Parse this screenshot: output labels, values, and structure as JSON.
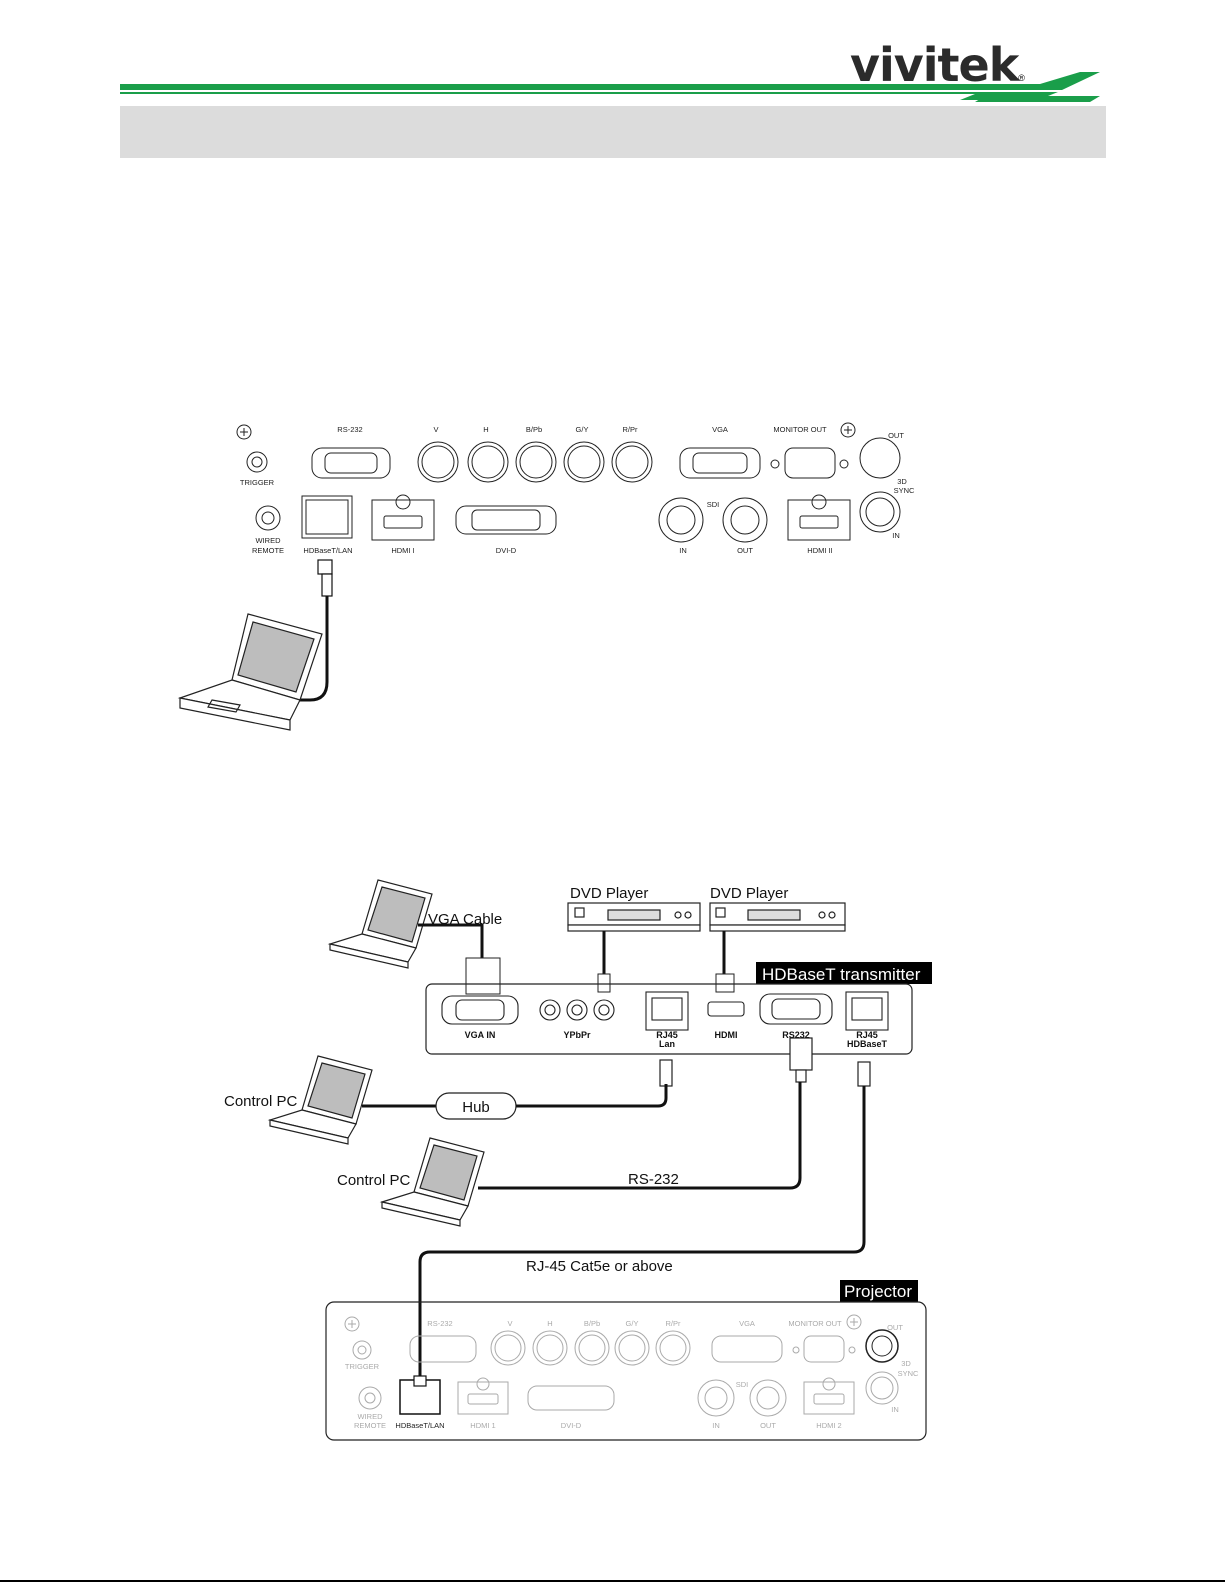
{
  "brand": {
    "logo_text": "vivitek",
    "registered_mark": "®",
    "accent_color": "#1a9e4a"
  },
  "diagram1": {
    "panel_labels": {
      "rs232": "RS-232",
      "v": "V",
      "h": "H",
      "bpb": "B/Pb",
      "gy": "G/Y",
      "rpr": "R/Pr",
      "vga": "VGA",
      "monitor_out": "MONITOR OUT",
      "out": "OUT",
      "sync_3d_line1": "3D",
      "sync_3d_line2": "SYNC",
      "in_3d": "IN",
      "trigger": "TRIGGER",
      "wired_line1": "WIRED",
      "wired_line2": "REMOTE",
      "hdbaset_lan": "HDBaseT/LAN",
      "hdmi1": "HDMI I",
      "dvid": "DVI-D",
      "sdi": "SDI",
      "sdi_in": "IN",
      "sdi_out": "OUT",
      "hdmi2": "HDMI II"
    }
  },
  "diagram2": {
    "dvd_player_1": "DVD Player",
    "dvd_player_2": "DVD Player",
    "vga_cable": "VGA Cable",
    "hdbaset_transmitter": "HDBaseT transmitter",
    "vga_in": "VGA IN",
    "ypbpr": "YPbPr",
    "rj45_lan_line1": "RJ45",
    "rj45_lan_line2": "Lan",
    "hdmi": "HDMI",
    "rs232_port": "RS232",
    "rj45_hdbaset_line1": "RJ45",
    "rj45_hdbaset_line2": "HDBaseT",
    "control_pc_1": "Control PC",
    "hub": "Hub",
    "control_pc_2": "Control PC",
    "rs232_cable": "RS-232",
    "rj45_cable": "RJ-45 Cat5e or above",
    "projector": "Projector",
    "panel_labels": {
      "rs232": "RS-232",
      "v": "V",
      "h": "H",
      "bpb": "B/Pb",
      "gy": "G/Y",
      "rpr": "R/Pr",
      "vga": "VGA",
      "monitor_out": "MONITOR OUT",
      "out": "OUT",
      "sync_3d_line1": "3D",
      "sync_3d_line2": "SYNC",
      "in_3d": "IN",
      "trigger": "TRIGGER",
      "wired_line1": "WIRED",
      "wired_line2": "REMOTE",
      "hdbaset_lan": "HDBaseT/LAN",
      "hdmi1": "HDMI 1",
      "dvid": "DVI-D",
      "sdi": "SDI",
      "sdi_in": "IN",
      "sdi_out": "OUT",
      "hdmi2": "HDMI 2"
    }
  }
}
